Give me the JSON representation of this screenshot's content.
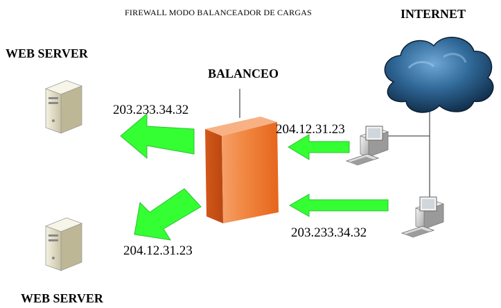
{
  "diagram": {
    "title": "FIREWALL MODO BALANCEADOR DE CARGAS",
    "internet_label": "INTERNET",
    "balancer_label": "BALANCEO",
    "web_server_top_label": "WEB SERVER",
    "web_server_bottom_label": "WEB SERVER",
    "ips": {
      "server_top": "203.233.34.32",
      "client_top": "204.12.31.23",
      "client_bottom": "203.233.34.32",
      "server_bottom": "204.12.31.23"
    }
  },
  "colors": {
    "arrow": "#33ff33",
    "firewall": "#f07a2c",
    "cloud": "#1e4f7a",
    "server": "#e8e4cf"
  }
}
